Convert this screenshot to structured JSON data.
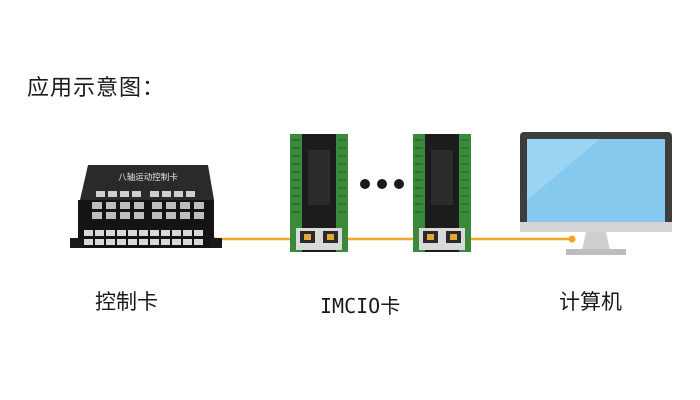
{
  "title": "应用示意图：",
  "devices": {
    "controller": {
      "label": "控制卡",
      "panel_text": "八轴运动控制卡"
    },
    "imcio": {
      "label_prefix": "IMCIO",
      "label_suffix": "卡"
    },
    "computer": {
      "label": "计算机"
    }
  },
  "colors": {
    "connection_line": "#f5a623",
    "module_green": "#3a8a3c",
    "module_black": "#1c1c1c",
    "screen_blue": "#86c9ef",
    "monitor_frame": "#3d3d3d"
  }
}
